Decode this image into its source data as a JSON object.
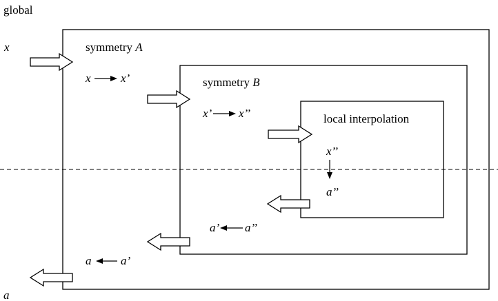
{
  "labels": {
    "global": "global",
    "x": "x",
    "a": "a",
    "symmetry_a_word": "symmetry",
    "symmetry_a_letter": "A",
    "symmetry_b_word": "symmetry",
    "symmetry_b_letter": "B",
    "local_interpolation": "local interpolation"
  },
  "mappings": {
    "x_to_xp": {
      "from": "x",
      "to": "x’"
    },
    "xp_to_xpp": {
      "from": "x’",
      "to": "x’’"
    },
    "xpp_to_app": {
      "from": "x’’",
      "to": "a’’"
    },
    "app_to_ap": {
      "from": "a’’",
      "to": "a’"
    },
    "ap_to_a": {
      "from": "a’",
      "to": "a"
    }
  }
}
